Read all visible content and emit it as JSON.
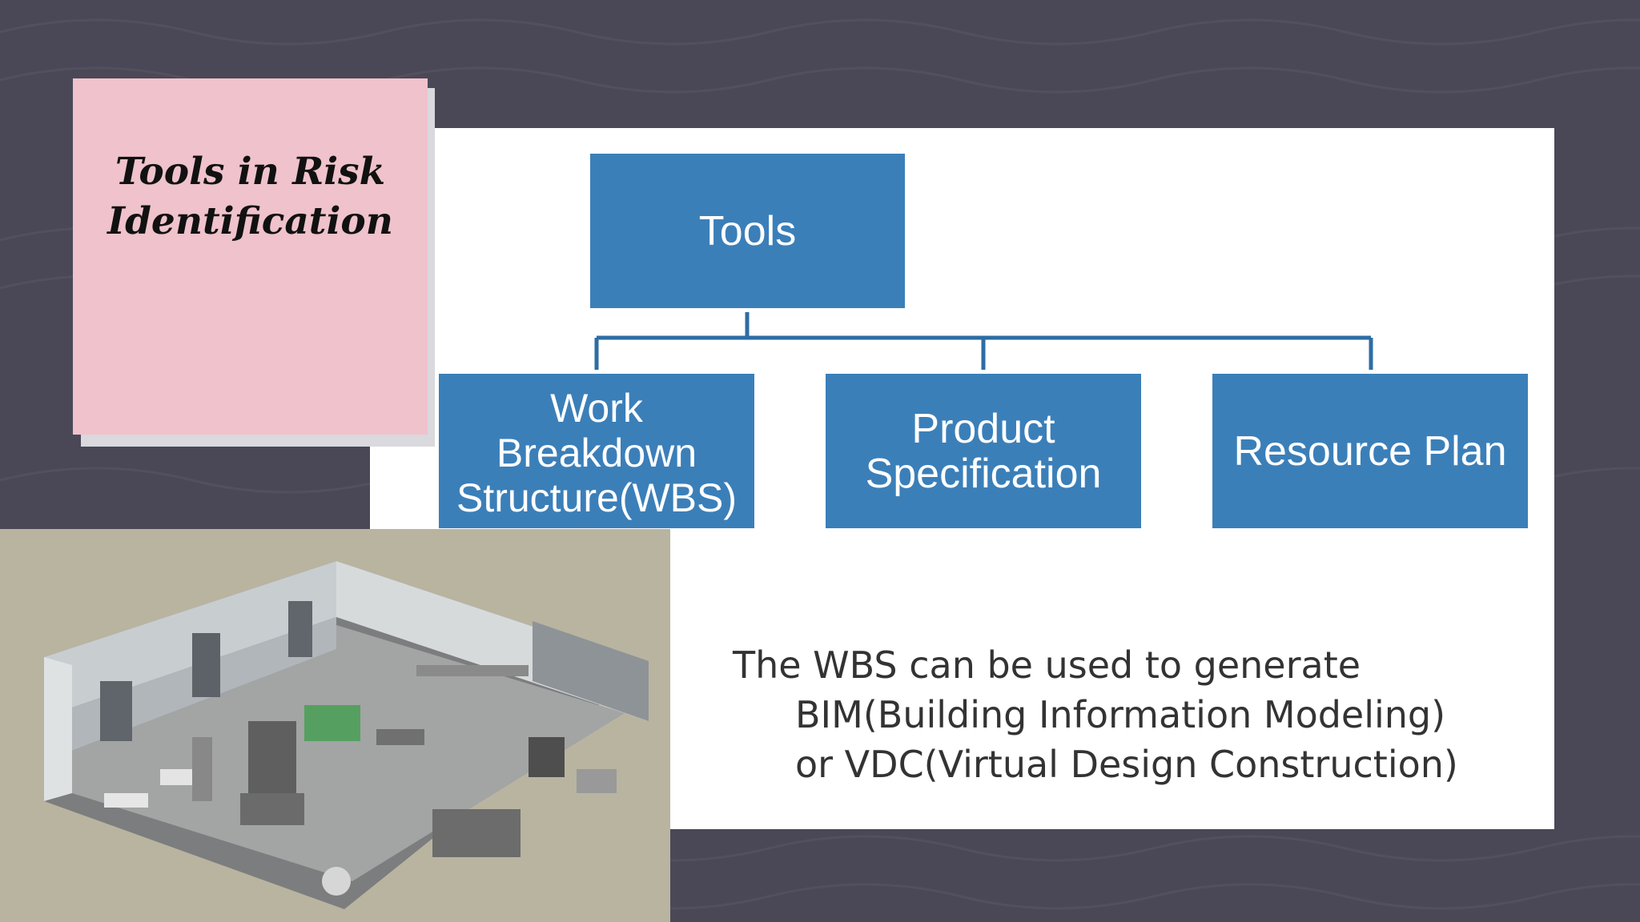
{
  "slide": {
    "title_lines": [
      "Tools in Risk",
      "Identification"
    ],
    "colors": {
      "background": "#4a4857",
      "title_card": "#efc2cc",
      "node_fill": "#3b7fb9",
      "connector": "#2e6da4",
      "panel": "#ffffff"
    }
  },
  "diagram": {
    "root": {
      "label": "Tools"
    },
    "children": [
      {
        "lines": [
          "Work",
          "Breakdown",
          "Structure(WBS)"
        ]
      },
      {
        "lines": [
          "Product",
          "Specification"
        ]
      },
      {
        "lines": [
          "Resource Plan"
        ]
      }
    ]
  },
  "note": {
    "lines": [
      "The WBS can be used to generate",
      "BIM(Building Information Modeling)",
      "or VDC(Virtual Design Construction)"
    ]
  },
  "image": {
    "subject": "isometric-bim-room-model"
  }
}
